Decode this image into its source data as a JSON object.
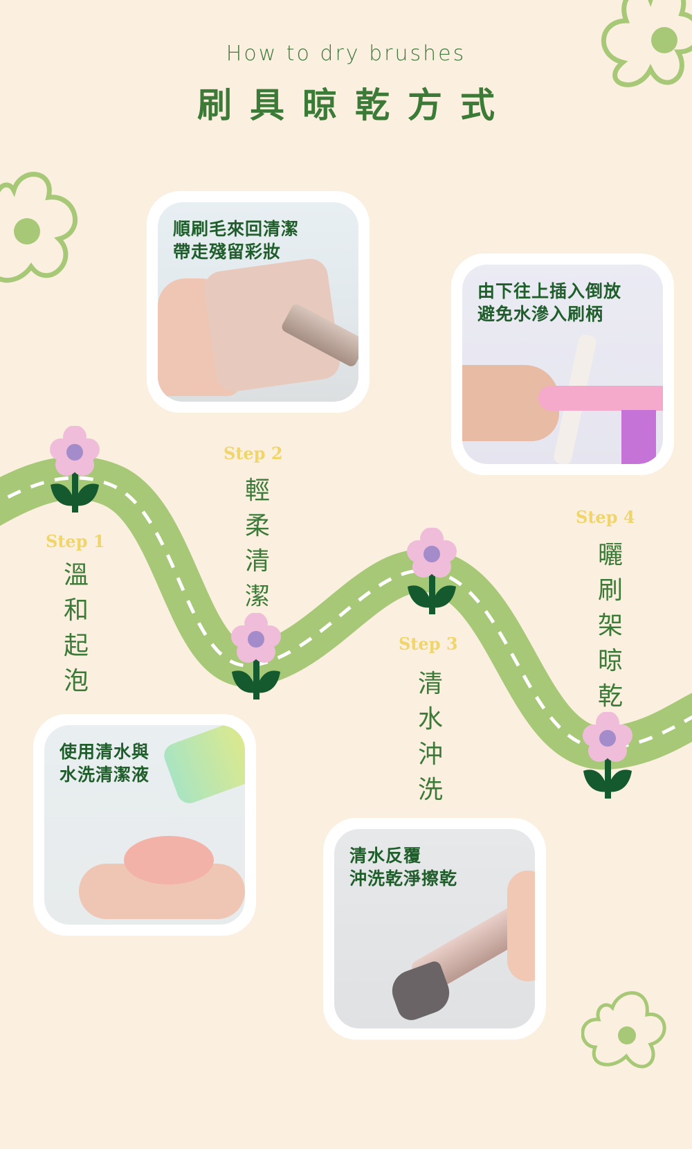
{
  "header": {
    "subtitle": "How to dry brushes",
    "title": "刷具晾乾方式"
  },
  "colors": {
    "background": "#fbefdf",
    "road": "#a7c977",
    "title_green": "#3c7a37",
    "caption_green": "#1f5e2b",
    "step_yellow": "#efd56a",
    "petal_pink": "#efbdd9",
    "flower_center": "#a48bc9",
    "leaf_green": "#15592e"
  },
  "steps": [
    {
      "label": "Step 1",
      "text": "溫和起泡",
      "photo_caption": "使用清水與\n水洗清潔液",
      "icon": "bowl-and-bottle-photo"
    },
    {
      "label": "Step 2",
      "text": "輕柔清潔",
      "photo_caption": "順刷毛來回清潔\n帶走殘留彩妝",
      "icon": "cleaning-pad-photo"
    },
    {
      "label": "Step 3",
      "text": "清水沖洗",
      "photo_caption": "清水反覆\n沖洗乾淨擦乾",
      "icon": "rinse-brush-photo"
    },
    {
      "label": "Step 4",
      "text": "曬刷架晾乾",
      "photo_caption": "由下往上插入倒放\n避免水滲入刷柄",
      "icon": "brush-rack-photo"
    }
  ]
}
